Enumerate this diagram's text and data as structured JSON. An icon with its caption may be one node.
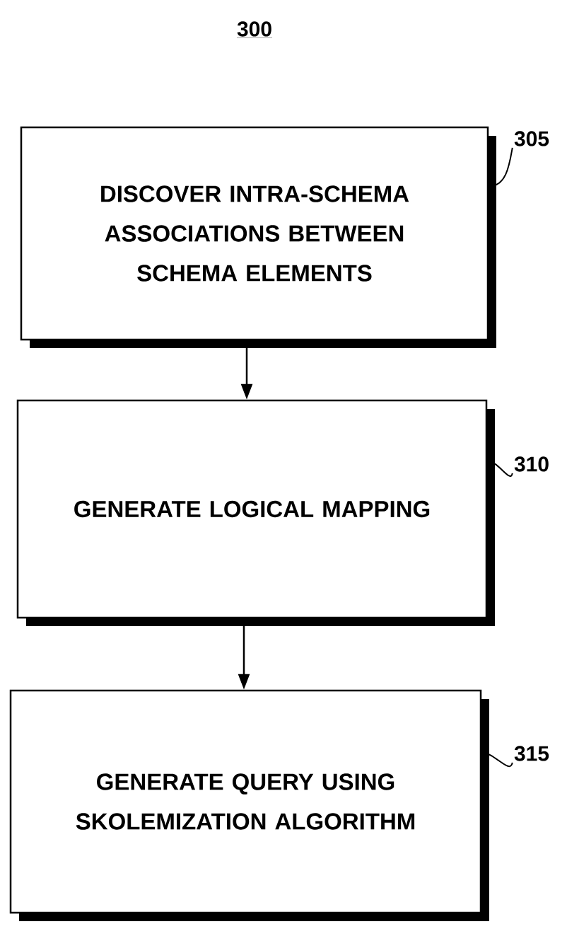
{
  "diagram": {
    "title": "300",
    "nodes": [
      {
        "text": [
          "DISCOVER INTRA-SCHEMA ASSOCIATIONS BETWEEN SCHEMA ELEMENTS"
        ]
      },
      {
        "text": [
          "GENERATE LOGICAL MAPPING"
        ]
      },
      {
        "text": [
          "GENERATE QUERY USING SKOLEMIZATION ALGORITHM"
        ]
      },
      {
        "text": [
          "305"
        ]
      },
      {
        "text": [
          "310"
        ]
      },
      {
        "text": [
          "315"
        ]
      }
    ],
    "edges": [
      {
        "from": 0,
        "to": 1,
        "arrow": "to"
      },
      {
        "from": 1,
        "to": 2,
        "arrow": "to"
      },
      {
        "from": 3,
        "to": 0,
        "arrow": "none"
      },
      {
        "from": 4,
        "to": 1,
        "arrow": "none"
      },
      {
        "from": 5,
        "to": 2,
        "arrow": "none"
      }
    ]
  }
}
